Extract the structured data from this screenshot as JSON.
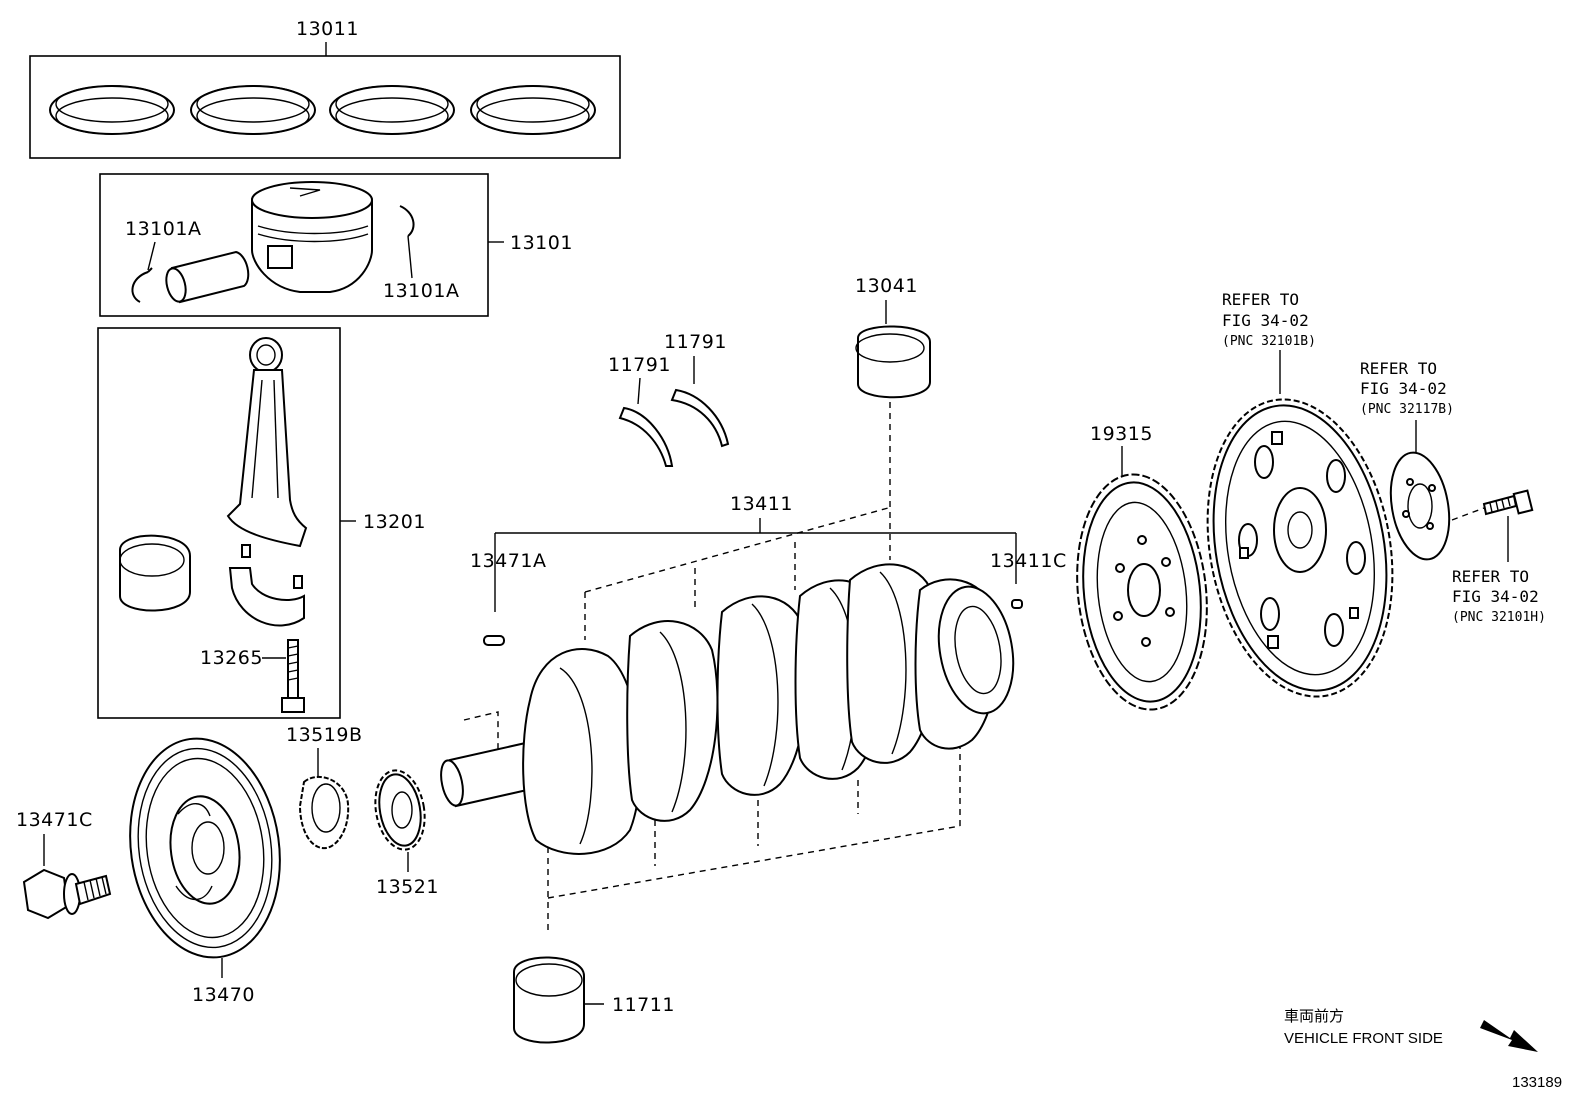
{
  "parts": {
    "p13011": "13011",
    "p13101": "13101",
    "p13101a_left": "13101A",
    "p13101a_right": "13101A",
    "p13201": "13201",
    "p13265": "13265",
    "p13041": "13041",
    "p11791_left": "11791",
    "p11791_right": "11791",
    "p13411": "13411",
    "p13471a": "13471A",
    "p13411c": "13411C",
    "p19315": "19315",
    "p13519b": "13519B",
    "p13471c": "13471C",
    "p13470": "13470",
    "p13521": "13521",
    "p11711": "11711"
  },
  "references": {
    "ref1": {
      "line1": "REFER TO",
      "line2": "FIG 34-02",
      "line3": "(PNC 32101B)"
    },
    "ref2": {
      "line1": "REFER TO",
      "line2": "FIG 34-02",
      "line3": "(PNC 32117B)"
    },
    "ref3": {
      "line1": "REFER TO",
      "line2": "FIG 34-02",
      "line3": "(PNC 32101H)"
    }
  },
  "orientation": {
    "japanese": "車両前方",
    "english": "VEHICLE FRONT SIDE"
  },
  "diagram_id": "133189"
}
